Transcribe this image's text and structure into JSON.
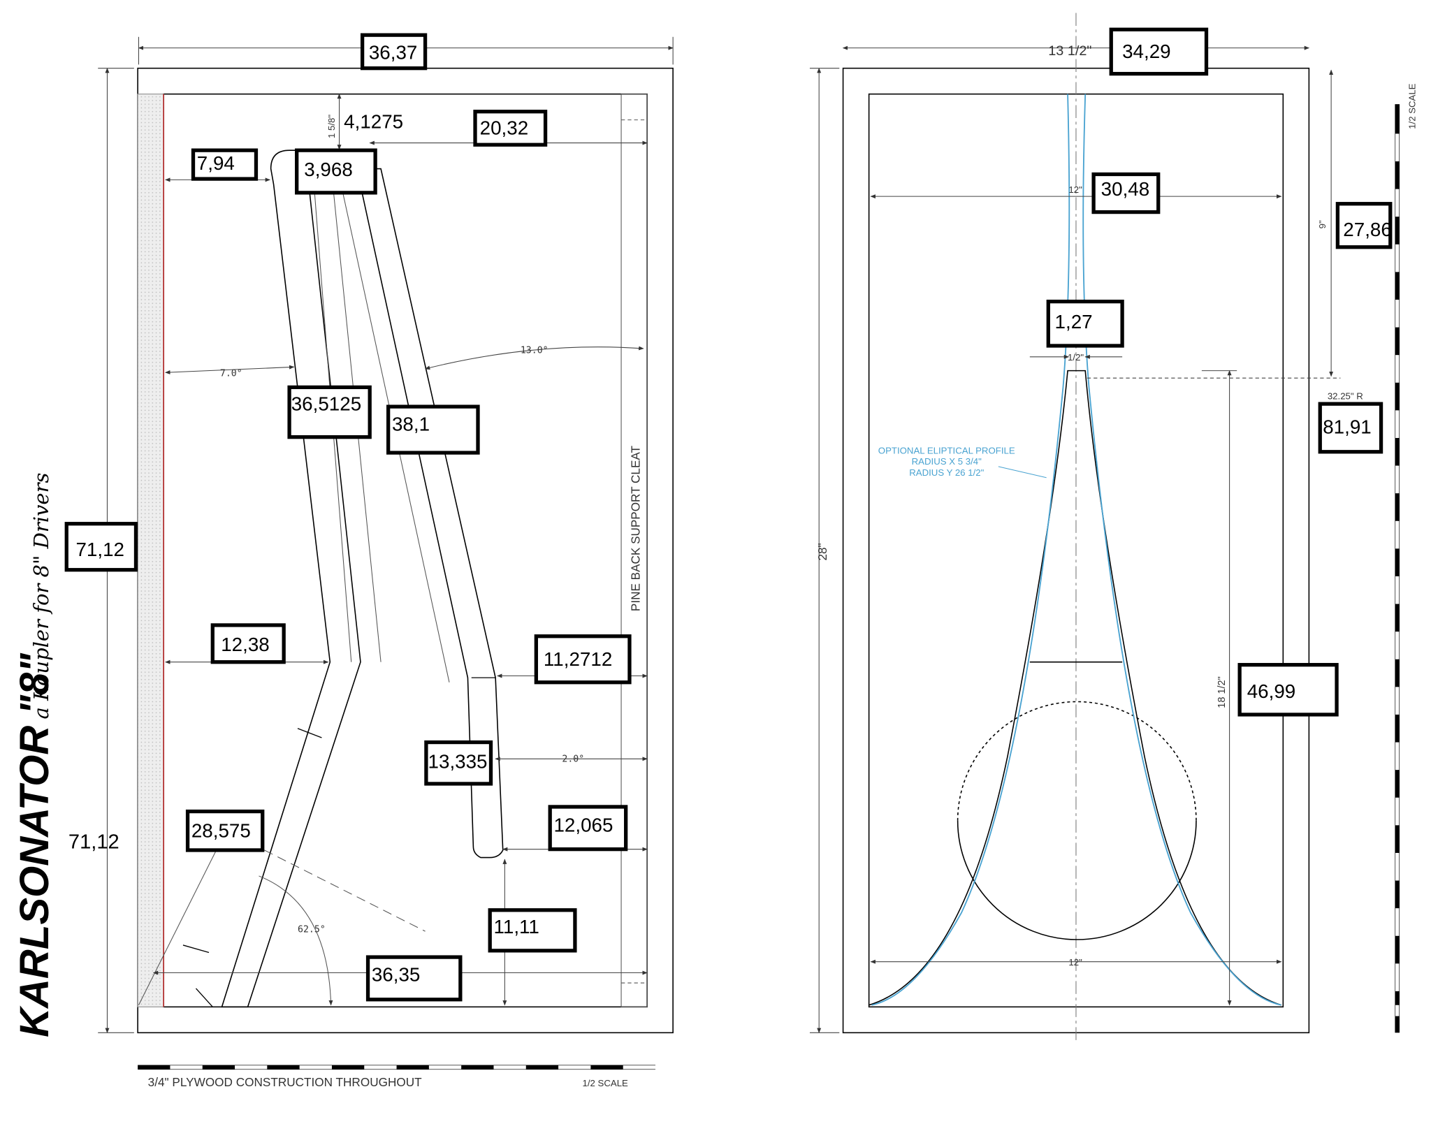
{
  "title": {
    "main": "KARLSONATOR \"8\"",
    "subtitle": "a Koupler for 8\" Drivers"
  },
  "left_view": {
    "plywood_note": "3/4\" PLYWOOD CONSTRUCTION THROUGHOUT",
    "scale_label": "1/2 SCALE",
    "cleat_label": "PINE BACK SUPPORT CLEAT",
    "angle_7": "7.0°",
    "angle_13": "13.0°",
    "dim_2": "2.0°",
    "angle_62": "62.5°",
    "dim_1_5_8": "1 5/8\"",
    "height_plain": "71,12"
  },
  "right_view": {
    "width_label": "13  1/2\"",
    "top_12": "12\"",
    "bottom_12": "12\"",
    "half_inch": "1/2\"",
    "nine_inch": "9\"",
    "radius": "32.25\" R",
    "height_28": "28\"",
    "height_18": "18 1/2\"",
    "scale_label": "1/2 SCALE",
    "profile_note": {
      "line1": "OPTIONAL ELIPTICAL PROFILE",
      "line2": "RADIUS X 5 3/4\"",
      "line3": "RADIUS Y 26 1/2\""
    }
  },
  "boxes": {
    "b36_37": "36,37",
    "b4_1275": "4,1275",
    "b20_32": "20,32",
    "b7_94": "7,94",
    "b3_968": "3,968",
    "b36_5125": "36,5125",
    "b38_1": "38,1",
    "b71_12": "71,12",
    "b12_38": "12,38",
    "b11_2712": "11,2712",
    "b13_335": "13,335",
    "b12_065": "12,065",
    "b28_575": "28,575",
    "b11_11": "11,11",
    "b36_35": "36,35",
    "b34_29": "34,29",
    "b30_48": "30,48",
    "b27_86": "27,86",
    "b1_27": "1,27",
    "b81_91": "81,91",
    "b46_99": "46,99"
  },
  "colors": {
    "line": "#000000",
    "thin": "#555555",
    "blue": "#4aa3d1",
    "red": "#b02020",
    "hatch": "#d9d9d9"
  }
}
